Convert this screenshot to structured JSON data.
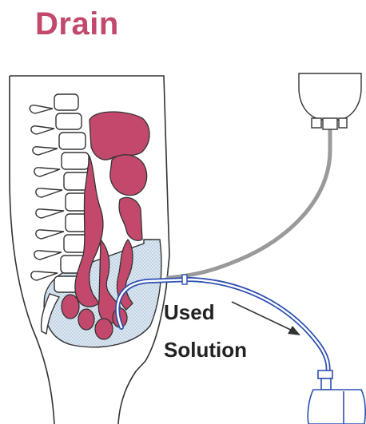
{
  "title": "Drain",
  "label_line1": "Used",
  "label_line2": "Solution",
  "colors": {
    "title": "#c2496b",
    "organs": "#c2496b",
    "tube_in": "#9a9a9a",
    "tube_out": "#2c4fb0",
    "outline": "#333333",
    "fluid": "#d9e6f2"
  },
  "icons": [
    "solution-bag-icon",
    "drain-bag-icon",
    "flow-arrow-icon"
  ]
}
